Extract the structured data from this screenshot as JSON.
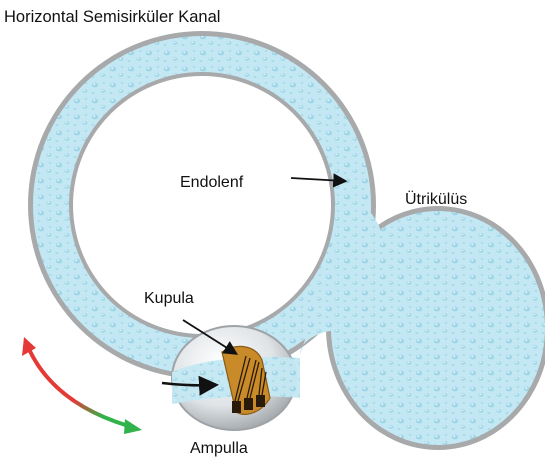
{
  "diagram": {
    "title": "Horizontal Semisirküler Kanal",
    "labels": {
      "endolymph": "Endolenf",
      "utricle": "Ütrikülüs",
      "cupula": "Kupula",
      "ampulla": "Ampulla"
    },
    "colors": {
      "fluid": "#bfe6f2",
      "fluid_dark": "#8fcfe2",
      "wall": "#a7a9ab",
      "cupula": "#c98a2a",
      "hair_cells": "#2a1a08",
      "ampulla_bulb": "#cfd3d6",
      "arrow": "#111111",
      "motion_arrow_start": "#e53935",
      "motion_arrow_end": "#2fb34a"
    }
  }
}
